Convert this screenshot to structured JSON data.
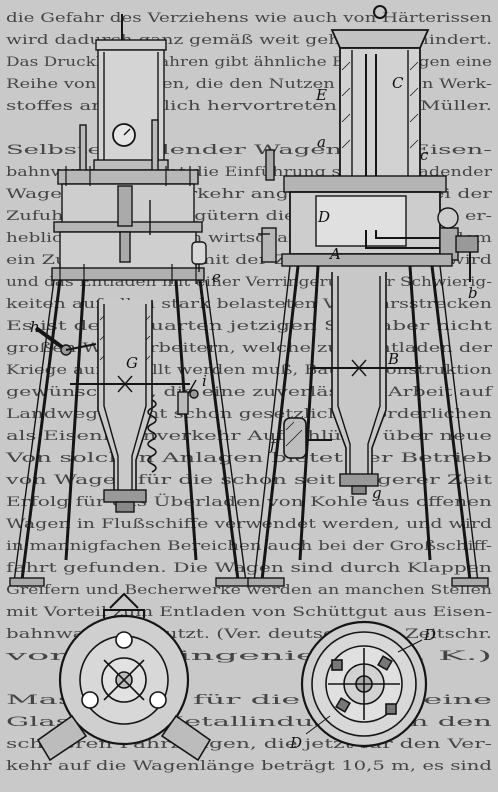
{
  "background_lines": [
    "die Gefahr des Verziehens wie auch von Härterissen",
    "wird dadurch ganz gemäß weit gehend vermindert.",
    "Das Druckluftverfahren gibt ähnliche Einstellungen eine",
    "Reihe von Vorteilen, die den Nutzen des neuen Werk-",
    "stoffes anschaulich hervortreten lassen. Müller.",
    "",
    "Selbstentladender Wagen. Die Eisen-",
    "bahnverwaltung hat die Einführung selbstentladender",
    "Wagen für den Verkehr angeordnet, die bei der",
    "Zufuhr von Massengütern die Wagen mit ohne er-",
    "hebliche Mehrkosten wirtschaftlich entladen, indem",
    "ein Zug von Wagen mit der Zeit beschleunigt wird",
    "und das Entladen mit einer Verringerung der Schwierig-",
    "keiten auf allen stark belasteten Verkehrsstrecken",
    "Es ist den Bauarten jetzigen Stils aber nicht",
    "großen Wert Arbeitern, welche zum Entladen der",
    "Kriege aufgestellt werden muß, Bauart Konstruktion",
    "gewünscht ist, die eine zuverlässige Arbeit auf",
    "Landwege nicht schon gesetzlich erforderlichen",
    "als Eisenbahnverkehr Aufschlüsse über neue",
    "Von solchen Anlagen bietet der Betrieb",
    "von Wagen für die schon seit längerer Zeit",
    "Erfolg für das Überladen von Kohle aus offenen",
    "Wagen in Flußschiffe verwendet werden, und wird",
    "in mannigfachen Bereichen auch bei der Großschiff-",
    "fahrt gefunden. Die Wagen sind durch Klappen",
    "Greifern und Becherwerke werden an manchen Stellen",
    "mit Vorteil zum Entladen von Schüttgut aus Eisen-",
    "bahnwagen benutzt. (Ver. deutsch. Ing. Zeitschr.",
    "von Oberingenieur Dr. K.)",
    "",
    "Maschinen für die Allgemeine",
    "Glas- und Metallindustrie. In den",
    "schweren Fahrzeugen, die jetzt für den Ver-",
    "kehr auf die Wagenlänge beträgt 10,5 m, es sind"
  ],
  "labels": {
    "a": "a",
    "b": "b",
    "c": "c",
    "e": "e",
    "f": "f",
    "g": "g",
    "h": "h",
    "i": "i",
    "A": "A",
    "B": "B",
    "C": "C",
    "D": "D",
    "E": "E",
    "G": "G",
    "D_top": "D",
    "D_bottom": "D"
  }
}
